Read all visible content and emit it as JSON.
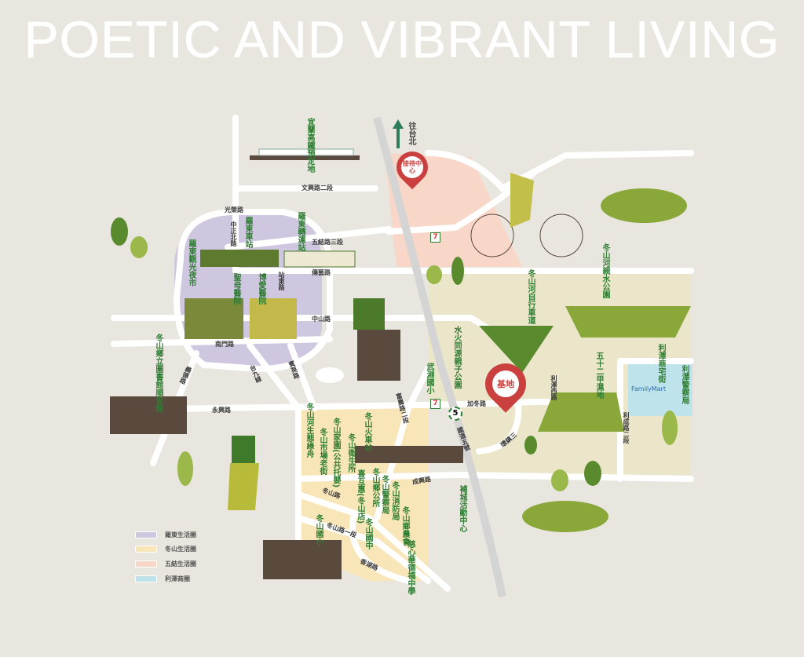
{
  "title": "POETIC AND VIBRANT LIVING",
  "direction": {
    "label": "往台北"
  },
  "pins": {
    "reception": "接待中心",
    "site": "基地"
  },
  "places": {
    "hsr": "宜蘭高鐵預定地",
    "night_market": "羅東觀光夜市",
    "luodong_station": "羅東車站",
    "bus_station": "羅東轉運站",
    "st_mary": "聖母醫院",
    "poai": "博愛醫院",
    "library": "冬山鄉立圖書館順安館",
    "eco_ark": "冬山河生態綠舟",
    "old_street": "冬山市場老街",
    "nursery": "冬山家園(公共托嬰)",
    "health": "冬山衛生所",
    "train": "冬山火車站",
    "simple_mart": "喜互惠(冬山店)",
    "township": "冬山鄉公所",
    "police": "冬山警察局",
    "fire": "冬山消防局",
    "farmers": "冬山鄉農會",
    "elem": "冬山國小",
    "junior": "冬山國中",
    "waldorf": "慈心華德福中學",
    "wuyuan": "武淵國小",
    "park_water": "水火同源親子公園",
    "bike": "冬山河自行車道",
    "riverside": "冬山河親水公園",
    "wetland": "五十二甲濕地",
    "lize_street": "利澤商宅街",
    "lize_police": "利澤警察局",
    "community": "補城活動中心"
  },
  "roads": {
    "wenxing": "文興路二段",
    "guangrong": "光榮路",
    "zhongzheng": "中正北路",
    "wujie": "五結路三段",
    "chuanyi": "傳藝路",
    "zhandong": "站東路",
    "zhongshan": "中山路",
    "nanmen": "南門路",
    "yide": "義德路",
    "t9": "台九線",
    "binying": "賓英路",
    "yongxing": "永興路",
    "dongshan": "冬山路",
    "dongshan1": "冬山路一段",
    "chengxing": "成興路",
    "xianghu": "香湖路",
    "funong": "富農路二段",
    "hwy5": "國道五號",
    "jiadong": "加冬路",
    "lize_w": "利澤西路",
    "licheng": "利成路二段",
    "huanzhen": "環鎮三"
  },
  "brands": {
    "familymart": "FamilyMart",
    "seven": "7",
    "hwy_badge": "5"
  },
  "legend": [
    {
      "label": "羅東生活圈",
      "color": "#cfc6e0"
    },
    {
      "label": "冬山生活圈",
      "color": "#f8e6b8"
    },
    {
      "label": "五結生活圈",
      "color": "#f8d6c8"
    },
    {
      "label": "利澤商圈",
      "color": "#bfe3ea"
    }
  ],
  "colors": {
    "bg": "#e9e6df",
    "road": "#ffffff",
    "green": "#2e7d32",
    "pin": "#c9403f"
  }
}
